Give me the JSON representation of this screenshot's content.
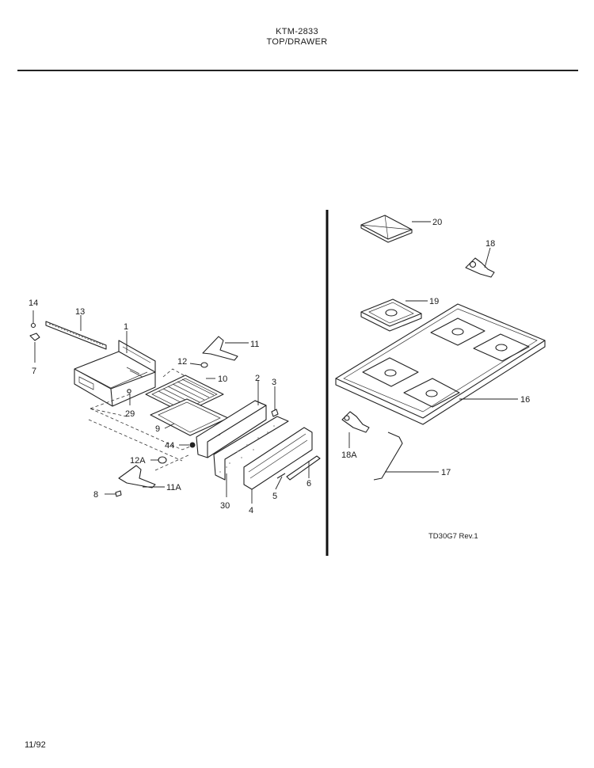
{
  "header": {
    "model_number": "KTM-2833",
    "section_title": "TOP/DRAWER"
  },
  "diagram": {
    "reference_code": "TD30G7 Rev.1",
    "footer_date": "11/92",
    "callouts": {
      "p1": "1",
      "p2": "2",
      "p3": "3",
      "p4": "4",
      "p5": "5",
      "p6": "6",
      "p7": "7",
      "p8": "8",
      "p9": "9",
      "p10": "10",
      "p11": "11",
      "p11a": "11A",
      "p12": "12",
      "p12a": "12A",
      "p13": "13",
      "p14": "14",
      "p16": "16",
      "p17": "17",
      "p18": "18",
      "p18a": "18A",
      "p19": "19",
      "p20": "20",
      "p29": "29",
      "p30": "30",
      "p44": "44"
    }
  }
}
